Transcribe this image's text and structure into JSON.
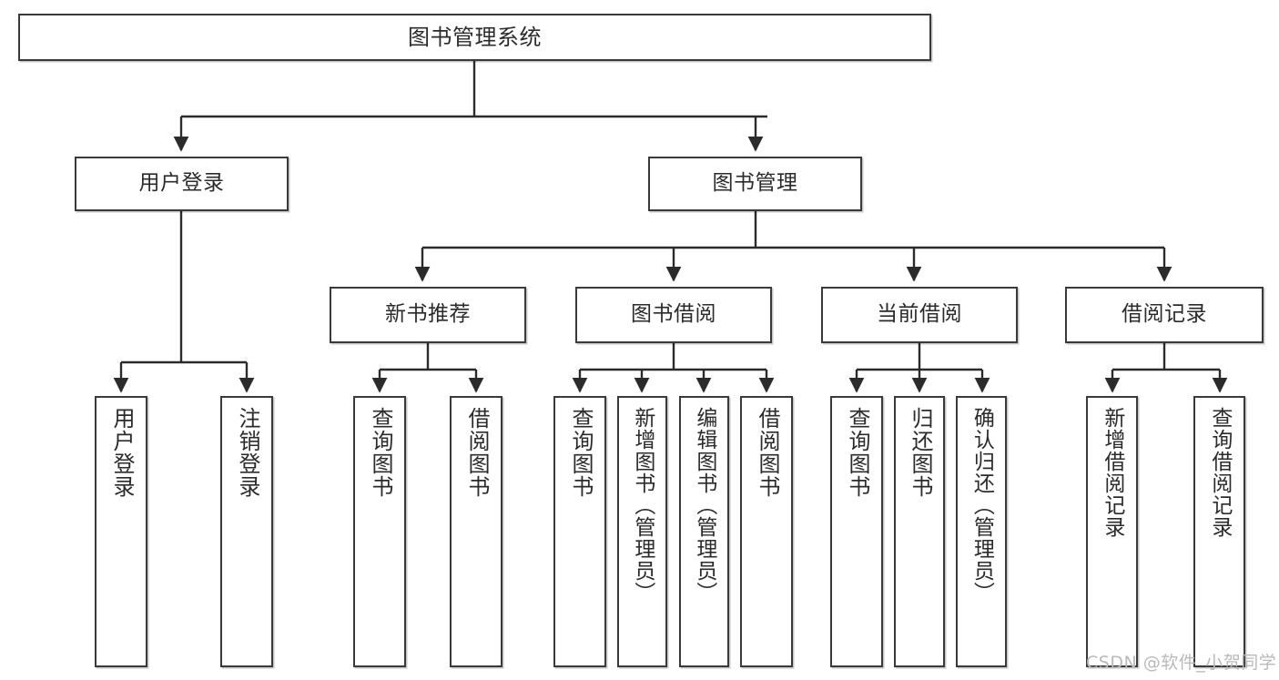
{
  "diagram": {
    "title": "图书管理系统",
    "type": "tree-hierarchy-chart",
    "levels": 4,
    "colors": {
      "node_border": "#3a3a3a",
      "node_fill": "#ffffff",
      "edge": "#2b2b2b",
      "background": "#ffffff",
      "watermark": "#b9b9b9"
    }
  },
  "nodes": {
    "root": {
      "label": "图书管理系统"
    },
    "level2": [
      {
        "id": "user-login",
        "label": "用户登录"
      },
      {
        "id": "book-manage",
        "label": "图书管理"
      }
    ],
    "level3": [
      {
        "id": "new-book-recommend",
        "label": "新书推荐"
      },
      {
        "id": "book-borrow",
        "label": "图书借阅"
      },
      {
        "id": "current-borrow",
        "label": "当前借阅"
      },
      {
        "id": "borrow-record",
        "label": "借阅记录"
      }
    ],
    "leaves": {
      "user-login": [
        {
          "id": "leaf-user-login",
          "label": "用户登录"
        },
        {
          "id": "leaf-logout-login",
          "label": "注销登录"
        }
      ],
      "new-book-recommend": [
        {
          "id": "leaf-query-book-1",
          "label": "查询图书"
        },
        {
          "id": "leaf-borrow-book-1",
          "label": "借阅图书"
        }
      ],
      "book-borrow": [
        {
          "id": "leaf-query-book-2",
          "label": "查询图书"
        },
        {
          "id": "leaf-add-book",
          "label": "新增图书（管理员）"
        },
        {
          "id": "leaf-edit-book",
          "label": "编辑图书（管理员）"
        },
        {
          "id": "leaf-borrow-book-2",
          "label": "借阅图书"
        }
      ],
      "current-borrow": [
        {
          "id": "leaf-query-book-3",
          "label": "查询图书"
        },
        {
          "id": "leaf-return-book",
          "label": "归还图书"
        },
        {
          "id": "leaf-confirm-return",
          "label": "确认归还（管理员）"
        }
      ],
      "borrow-record": [
        {
          "id": "leaf-add-record",
          "label": "新增借阅记录"
        },
        {
          "id": "leaf-query-record",
          "label": "查询借阅记录"
        }
      ]
    }
  },
  "watermark": {
    "text": "CSDN @软件_小贺同学"
  }
}
